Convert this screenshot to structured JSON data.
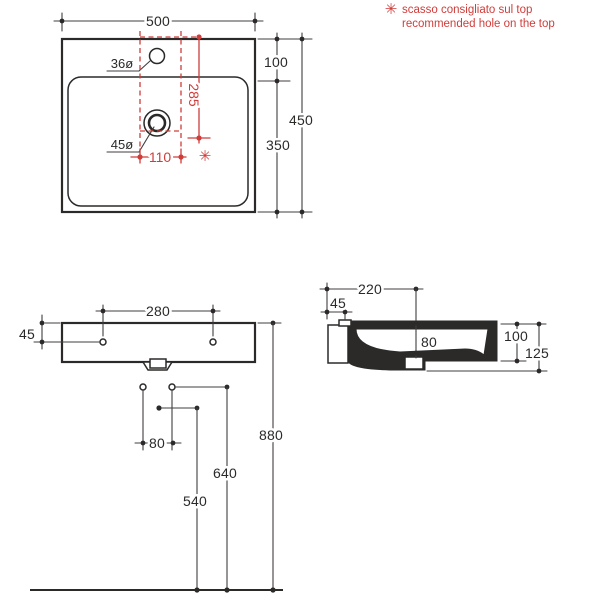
{
  "colors": {
    "ink": "#2b2a29",
    "red": "#cf3d3a",
    "background": "#ffffff"
  },
  "note": {
    "asterisk": "✳",
    "line_it": "scasso consigliato sul top",
    "line_en": "recommended hole on the top"
  },
  "top_view": {
    "overall_width": "500",
    "overall_depth": "450",
    "back_offset": "100",
    "front_depth": "350",
    "faucet_hole": "36ø",
    "drain_hole": "45ø",
    "cutout_depth": "285",
    "cutout_width": "110",
    "cutout_mark": "✳"
  },
  "front_view": {
    "fixing_spacing": "280",
    "fixing_offset": "45",
    "supply_spacing": "80",
    "drain_height": "540",
    "supply_height": "640",
    "rim_height": "880"
  },
  "side_view": {
    "drain_setback": "220",
    "tab_setback": "45",
    "bowl_depth": "80",
    "edge_height": "100",
    "overall_height": "125"
  }
}
